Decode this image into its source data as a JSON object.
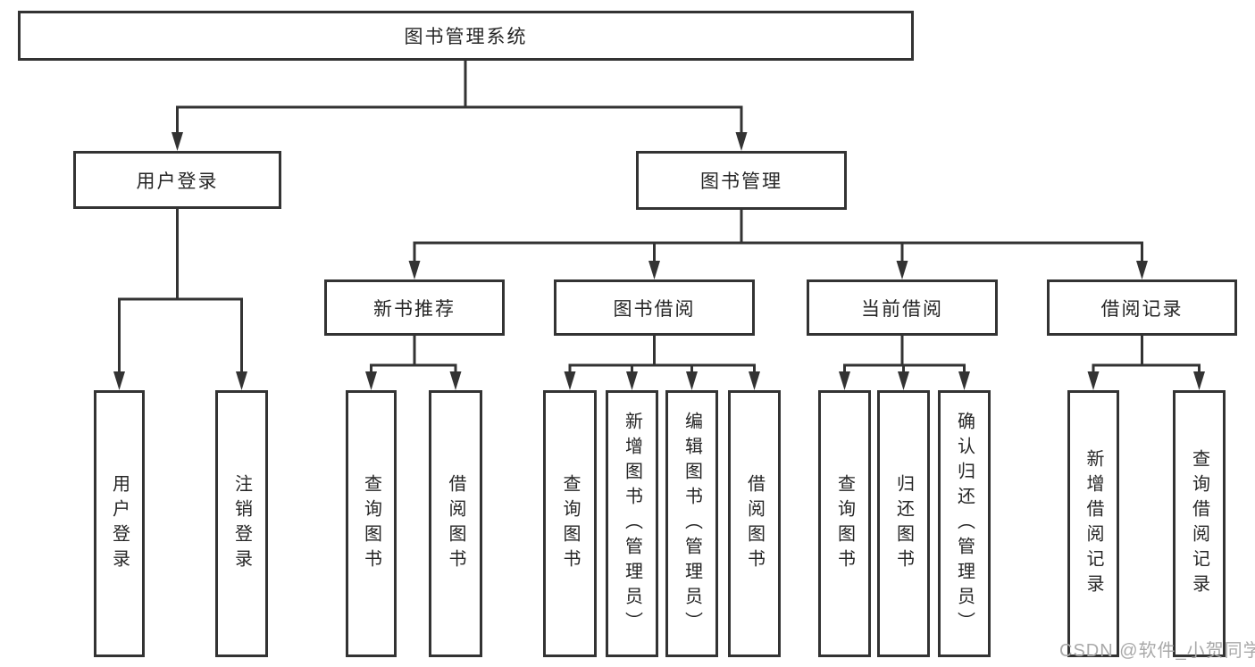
{
  "diagram": {
    "root": {
      "label": "图书管理系统"
    },
    "level2": [
      {
        "label": "用户登录",
        "children": [
          {
            "label": "用户登录"
          },
          {
            "label": "注销登录"
          }
        ]
      },
      {
        "label": "图书管理",
        "children": [
          {
            "label": "新书推荐",
            "children": [
              {
                "label": "查询图书"
              },
              {
                "label": "借阅图书"
              }
            ]
          },
          {
            "label": "图书借阅",
            "children": [
              {
                "label": "查询图书"
              },
              {
                "label": "新增图书（管理员）"
              },
              {
                "label": "编辑图书（管理员）"
              },
              {
                "label": "借阅图书"
              }
            ]
          },
          {
            "label": "当前借阅",
            "children": [
              {
                "label": "查询图书"
              },
              {
                "label": "归还图书"
              },
              {
                "label": "确认归还（管理员）"
              }
            ]
          },
          {
            "label": "借阅记录",
            "children": [
              {
                "label": "新增借阅记录"
              },
              {
                "label": "查询借阅记录"
              }
            ]
          }
        ]
      }
    ]
  },
  "watermark": {
    "text": "CSDN @软件_小贺同学"
  },
  "colors": {
    "line": "#333333",
    "text": "#262626",
    "box_background": "#ffffff",
    "watermark": "#a9a9a9",
    "page_background": "#ffffff"
  }
}
